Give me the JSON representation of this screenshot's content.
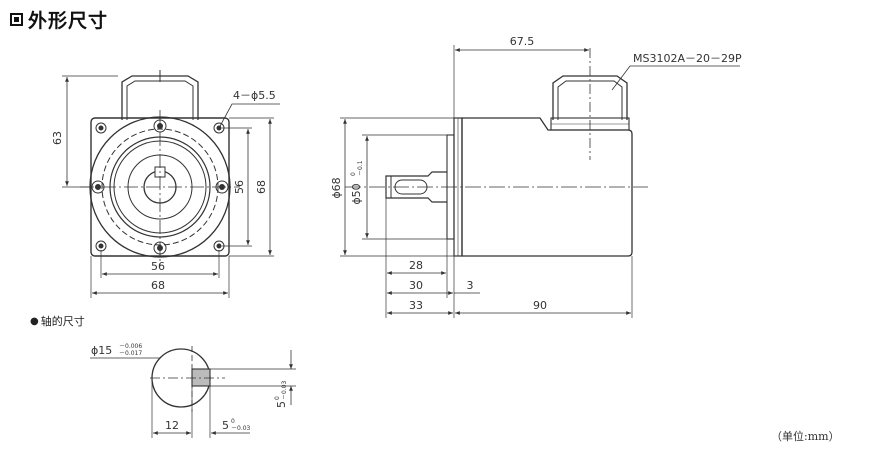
{
  "title": "外形尺寸",
  "shaft_section_title": "轴的尺寸",
  "unit_label": "（单位:mm）",
  "front_view": {
    "dim_height_63": "63",
    "dim_holes": "4－ϕ5.5",
    "dim_pcd_56_vertical": "56",
    "dim_flange_68_vertical": "68",
    "dim_pcd_56_horizontal": "56",
    "dim_flange_68_horizontal": "68"
  },
  "side_view": {
    "dim_connector_offset": "67.5",
    "connector_model": "MS3102A－20－29P",
    "dim_outer_dia": "ϕ68",
    "dim_pilot_dia": "ϕ50",
    "dim_pilot_tol_upper": "0",
    "dim_pilot_tol_lower": "－0.1",
    "dim_28": "28",
    "dim_30": "30",
    "dim_3": "3",
    "dim_33": "33",
    "dim_90": "90"
  },
  "shaft_view": {
    "dim_shaft_dia": "ϕ15",
    "dim_shaft_tol_upper": "－0.006",
    "dim_shaft_tol_lower": "－0.017",
    "dim_12": "12",
    "dim_key_width": "5",
    "dim_key_tol_upper": "0",
    "dim_key_tol_lower": "－0.03",
    "dim_key_height": "5",
    "dim_key_height_tol_upper": "0",
    "dim_key_height_tol_lower": "－0.03"
  }
}
